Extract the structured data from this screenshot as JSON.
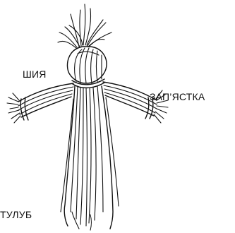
{
  "labels": {
    "neck": "ШИЯ",
    "wrist": "ЗАП’ЯСТКА",
    "torso": "ТУЛУБ"
  },
  "colors": {
    "ink": "#111111",
    "background": "#ffffff"
  }
}
